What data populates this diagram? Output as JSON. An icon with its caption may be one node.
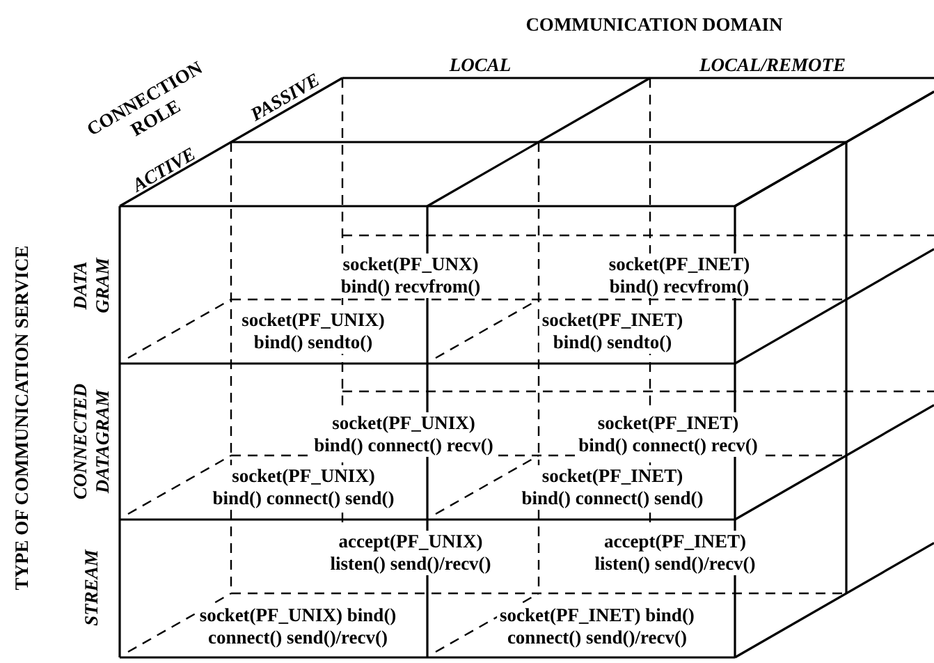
{
  "diagram": {
    "labels": [
      "COMMUNICATION DOMAIN",
      "CONNECTION ROLE",
      "PASSIVE",
      "LOCAL",
      "LOCAL/REMOTE",
      "ACTIVE",
      "TYPE OF COMMUNICATION SERVICE",
      "DATA GRAM",
      "socket(PF_UNX) bind() recvfrom()",
      "socket(PF_INET) bind() recvfrom()",
      "socket(PF_UNIX) bind() sendto()",
      "socket(PF_INET) bind() sendto()",
      "CONNECTED DATAGRAM",
      "socket(PF_UNIX) bind() connect() recv()",
      "socket(PF_INET) bind() connect() recv()",
      "socket(PF_UNIX) bind() connect() send()",
      "socket(PF_INET) bind() connect() send()",
      "STREAM",
      "accept(PF_UNIX) listen() send()/recv()",
      "accept(PF_INET) listen() send()/recv()",
      "socket(PF_UNIX) bind() connect() send()/recv()",
      "socket(PF_INET) bind() connect() send()/recv()"
    ]
  }
}
